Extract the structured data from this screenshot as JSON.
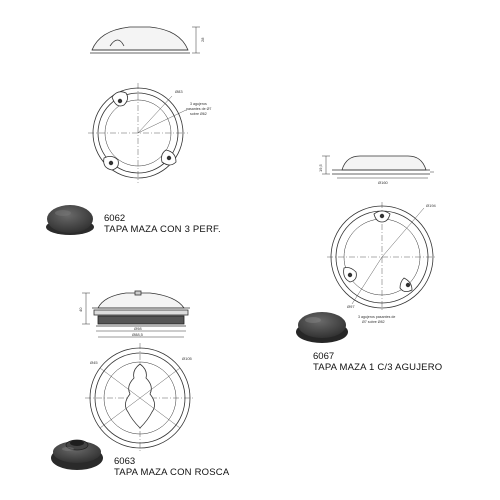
{
  "products": [
    {
      "code": "6062",
      "name": "TAPA MAZA CON 3 PERF.",
      "dimensions": {
        "height": "28",
        "diameter": "Ø83"
      },
      "note_lines": [
        "3 agujeros",
        "pasantes de Ø7",
        "sobre Ø62"
      ]
    },
    {
      "code": "6063",
      "name": "TAPA MAZA CON ROSCA",
      "dimensions": {
        "height": "40",
        "d1": "Ø98",
        "d2": "Ø88,5",
        "top": "Ø45",
        "diameter": "Ø105"
      }
    },
    {
      "code": "6067",
      "name": "TAPA MAZA 1 C/3 AGUJERO",
      "dimensions": {
        "height": "19,5",
        "base": "Ø160",
        "diameter": "Ø194",
        "small": "Ø97"
      },
      "note_lines": [
        "3 agujeros pasantes de",
        "Ø7 sobre Ø82"
      ]
    }
  ],
  "colors": {
    "line": "#333333",
    "product_dark": "#3a3a3a",
    "product_mid": "#5a5a5a"
  }
}
